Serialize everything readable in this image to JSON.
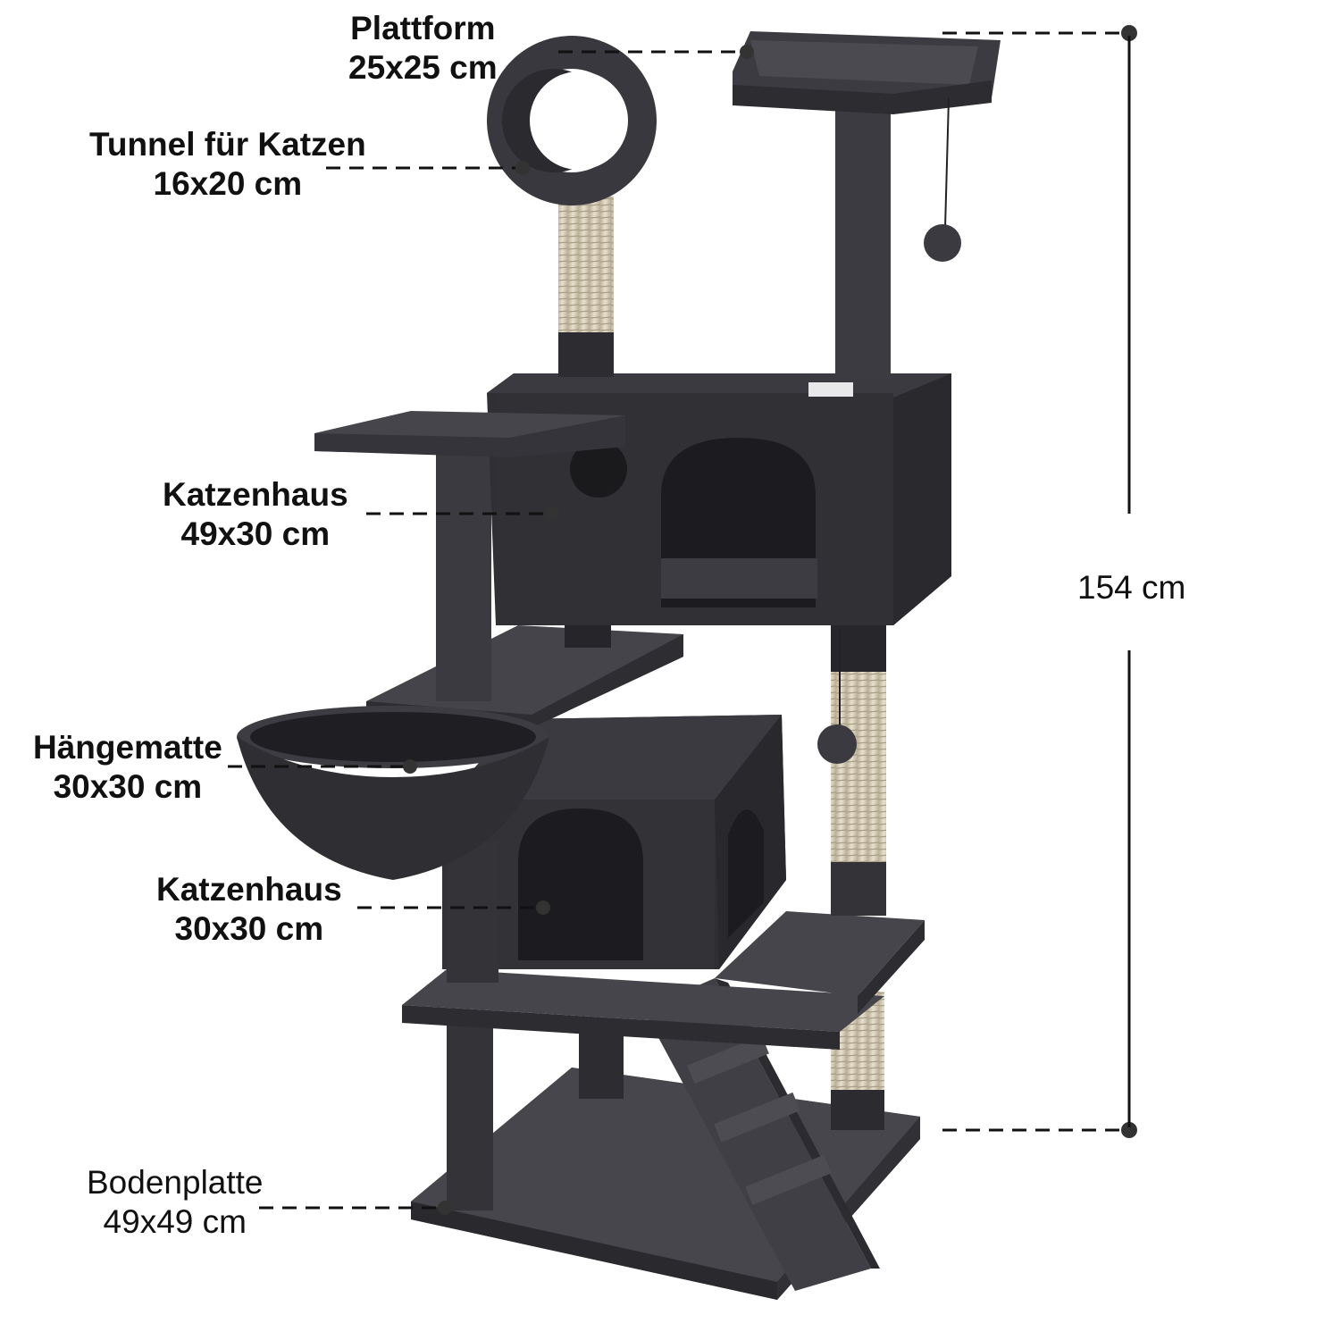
{
  "product": {
    "annotations": [
      {
        "id": "platform",
        "name": "Plattform",
        "dimension": "25x25 cm"
      },
      {
        "id": "tunnel",
        "name": "Tunnel für Katzen",
        "dimension": "16x20 cm"
      },
      {
        "id": "house-upper",
        "name": "Katzenhaus",
        "dimension": "49x30 cm"
      },
      {
        "id": "hammock",
        "name": "Hängematte",
        "dimension": "30x30 cm"
      },
      {
        "id": "house-lower",
        "name": "Katzenhaus",
        "dimension": "30x30 cm"
      },
      {
        "id": "base",
        "name": "Bodenplatte",
        "dimension": "49x49 cm"
      }
    ],
    "total_height": "154 cm"
  },
  "colors": {
    "plush": "#3b3b40",
    "plush_dark": "#26262a",
    "plush_light": "#4a4a50",
    "sisal": "#d9d0bd",
    "line": "#111111",
    "background": "#ffffff"
  }
}
